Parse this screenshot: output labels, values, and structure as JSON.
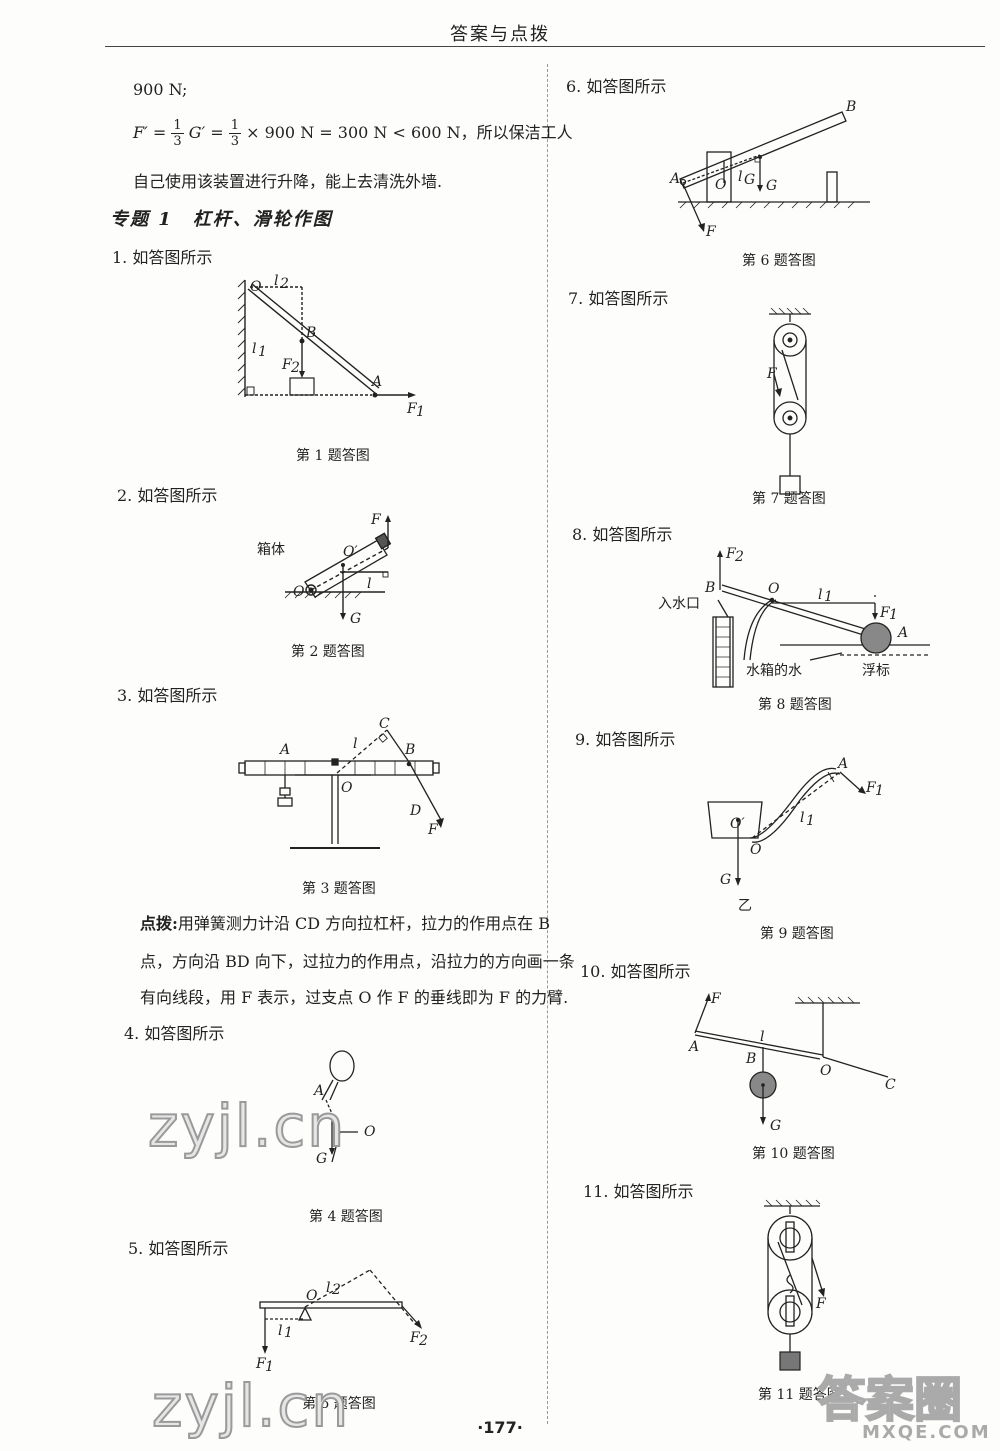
{
  "header": {
    "title": "答案与点拨"
  },
  "left": {
    "line1": "900 N;",
    "formula": {
      "f_prime": "F′ =",
      "one": "1",
      "three": "3",
      "g_prime": "G′ =",
      "rest": "× 900 N = 300 N < 600 N，所以保洁工人"
    },
    "line3": "自己使用该装置进行升降，能上去清洗外墙.",
    "section": "专题 1　杠杆、滑轮作图",
    "q1": "1. 如答图所示",
    "cap1": "第 1 题答图",
    "q2": "2. 如答图所示",
    "cap2": "第 2 题答图",
    "box_label": "箱体",
    "q3": "3. 如答图所示",
    "cap3": "第 3 题答图",
    "tip_label": "点拨:",
    "tip_lines": [
      "用弹簧测力计沿 CD 方向拉杠杆，拉力的作用点在 B",
      "点，方向沿 BD 向下，过拉力的作用点，沿拉力的方向画一条",
      "有向线段，用 F 表示，过支点 O 作 F 的垂线即为 F 的力臂."
    ],
    "q4": "4. 如答图所示",
    "cap4": "第 4 题答图",
    "q5": "5. 如答图所示",
    "cap5": "第 5 题答图"
  },
  "right": {
    "q6": "6. 如答图所示",
    "cap6": "第 6 题答图",
    "q7": "7. 如答图所示",
    "cap7": "第 7 题答图",
    "q8": "8. 如答图所示",
    "cap8": "第 8 题答图",
    "inlet_label": "入水口",
    "water_label": "水箱的水",
    "float_label": "浮标",
    "q9": "9. 如答图所示",
    "cap9": "第 9 题答图",
    "yi_label": "乙",
    "q10": "10. 如答图所示",
    "cap10": "第 10 题答图",
    "q11": "11. 如答图所示",
    "cap11": "第 11 题答图"
  },
  "page_number": "·177·",
  "watermarks": {
    "zyjl1": "zyjl.cn",
    "zyjl2": "zyjl.cn",
    "daan": "答案圈",
    "mxqe": "MXQE.COM"
  }
}
